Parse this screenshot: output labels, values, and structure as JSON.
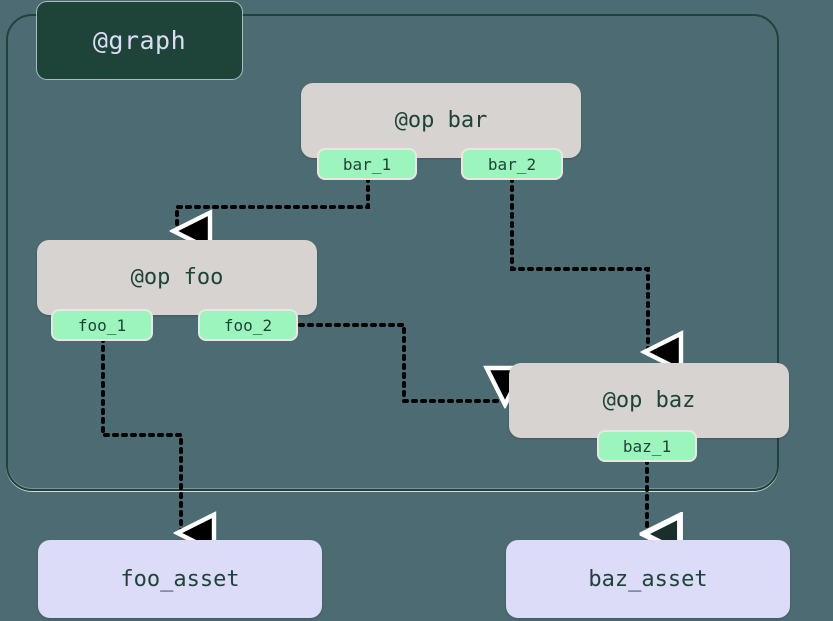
{
  "graph": {
    "label": "@graph",
    "border_color": "#1e4439",
    "background_color": "#4d6b72"
  },
  "ops": [
    {
      "id": "bar",
      "label": "@op bar",
      "ports": [
        {
          "id": "bar_1",
          "label": "bar_1"
        },
        {
          "id": "bar_2",
          "label": "bar_2"
        }
      ]
    },
    {
      "id": "foo",
      "label": "@op foo",
      "ports": [
        {
          "id": "foo_1",
          "label": "foo_1"
        },
        {
          "id": "foo_2",
          "label": "foo_2"
        }
      ]
    },
    {
      "id": "baz",
      "label": "@op baz",
      "ports": [
        {
          "id": "baz_1",
          "label": "baz_1"
        }
      ]
    }
  ],
  "assets": [
    {
      "id": "foo_asset",
      "label": "foo_asset"
    },
    {
      "id": "baz_asset",
      "label": "baz_asset"
    }
  ],
  "edges": [
    {
      "from": "bar_1",
      "to": "foo",
      "arrow": "filled"
    },
    {
      "from": "bar_2",
      "to": "baz",
      "arrow": "filled"
    },
    {
      "from": "foo_2",
      "to": "baz",
      "arrow": "filled"
    },
    {
      "from": "foo_1",
      "to": "foo_asset",
      "arrow": "filled"
    },
    {
      "from": "baz_1",
      "to": "baz_asset",
      "arrow": "hollow"
    }
  ],
  "colors": {
    "op_fill": "#d6d3d1",
    "port_fill": "#9cf5bc",
    "asset_fill": "#dcdcf8",
    "text_dark": "#1e4439",
    "graph_label_text": "#dcdcf5",
    "edge": "#000000"
  }
}
